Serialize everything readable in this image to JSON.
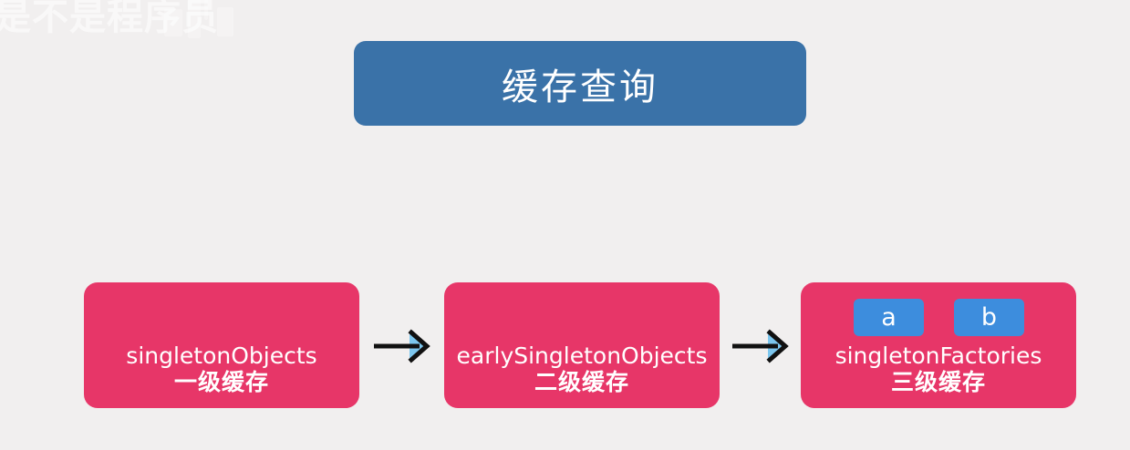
{
  "background_color": "#f1efef",
  "watermark": {
    "text": "是不是程序员",
    "logo_icon": "brand-mark-icon"
  },
  "title": {
    "label": "缓存查询",
    "color": "#3a72a8",
    "text_color": "#ffffff"
  },
  "diagram": {
    "type": "flow",
    "box_color": "#e73668",
    "subbox_color": "#3d8ddd",
    "arrow_color": "#111111",
    "arrow_accent_color": "#7cc6ee",
    "boxes": [
      {
        "id": "singleton-objects",
        "en": "singletonObjects",
        "cn": "一级缓存",
        "subboxes": []
      },
      {
        "id": "early-singleton-objects",
        "en": "earlySingletonObjects",
        "cn": "二级缓存",
        "subboxes": []
      },
      {
        "id": "singleton-factories",
        "en": "singletonFactories",
        "cn": "三级缓存",
        "subboxes": [
          "a",
          "b"
        ]
      }
    ],
    "arrows": [
      {
        "id": "arrow-1",
        "from": "singleton-objects",
        "to": "early-singleton-objects",
        "icon": "right-arrow-icon"
      },
      {
        "id": "arrow-2",
        "from": "early-singleton-objects",
        "to": "singleton-factories",
        "icon": "right-arrow-icon"
      }
    ]
  }
}
